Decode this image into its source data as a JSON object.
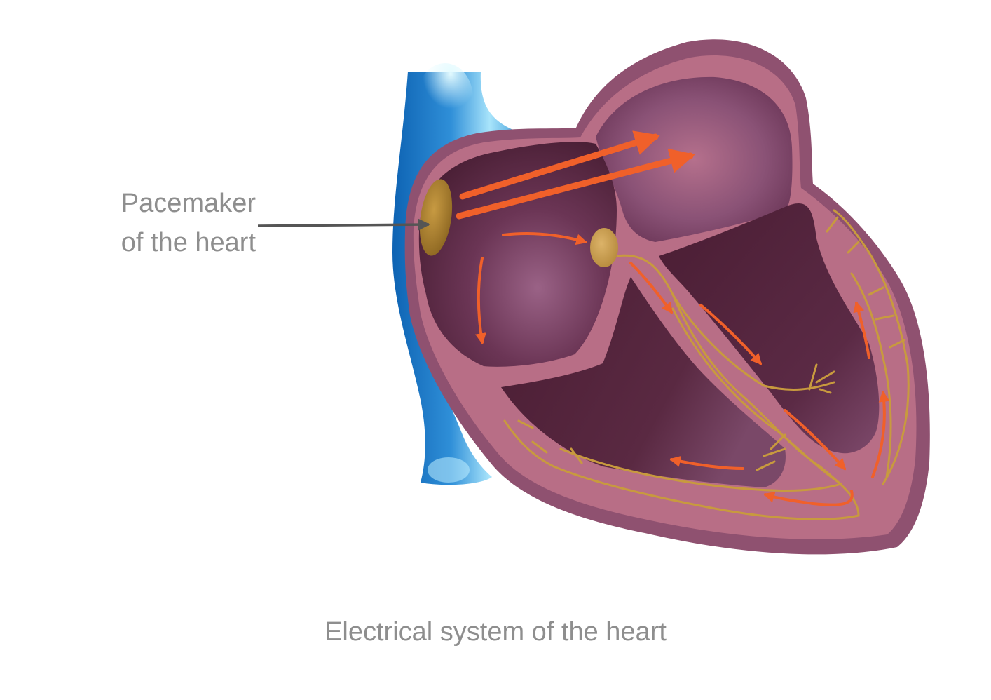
{
  "diagram": {
    "callout": {
      "line1": "Pacemaker",
      "line2": "of the heart"
    },
    "caption": "Electrical system of the heart"
  },
  "colors": {
    "vein": "#1b78c8",
    "vein_highlight": "#bfefff",
    "heart_wall_outer": "#8f5170",
    "heart_wall": "#b86e86",
    "chamber_dark": "#4a1f35",
    "chamber_light": "#8e5a7c",
    "node": "#b48b3a",
    "conduction_fibers": "#c89a3e",
    "impulse_arrow": "#f0602a",
    "pointer": "#555555",
    "text": "#8e8e8e"
  },
  "icons": [
    "heart-illustration",
    "arrow-pointer-icon"
  ]
}
